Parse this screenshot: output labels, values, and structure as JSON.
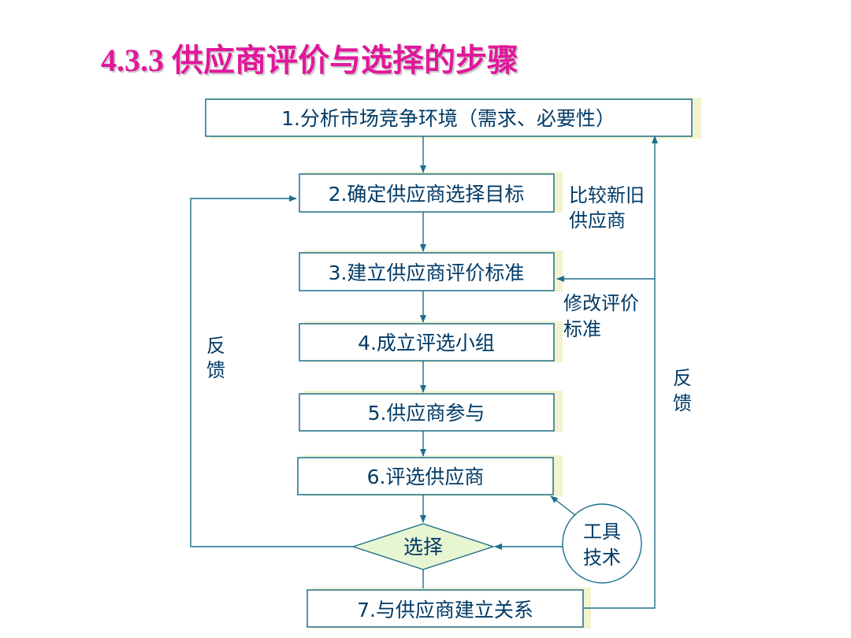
{
  "title": "4.3.3  供应商评价与选择的步骤",
  "steps": [
    {
      "label": "1.分析市场竞争环境（需求、必要性）"
    },
    {
      "label": "2.确定供应商选择目标"
    },
    {
      "label": "3.建立供应商评价标准"
    },
    {
      "label": "4.成立评选小组"
    },
    {
      "label": "5.供应商参与"
    },
    {
      "label": "6.评选供应商"
    },
    {
      "label": "7.与供应商建立关系"
    }
  ],
  "decision": {
    "label": "选择"
  },
  "tools": {
    "line1": "工具",
    "line2": "技术"
  },
  "notes": {
    "compare_line1": "比较新旧",
    "compare_line2": "供应商",
    "modify_line1": "修改评价",
    "modify_line2": "标准",
    "feedback_left_1": "反",
    "feedback_left_2": "馈",
    "feedback_right_1": "反",
    "feedback_right_2": "馈"
  },
  "colors": {
    "title": "#e0189a",
    "line": "#1d6e8c",
    "text": "#003a66",
    "shadow": "#f3f3cf",
    "decision_fill": "#e6f5d2"
  }
}
